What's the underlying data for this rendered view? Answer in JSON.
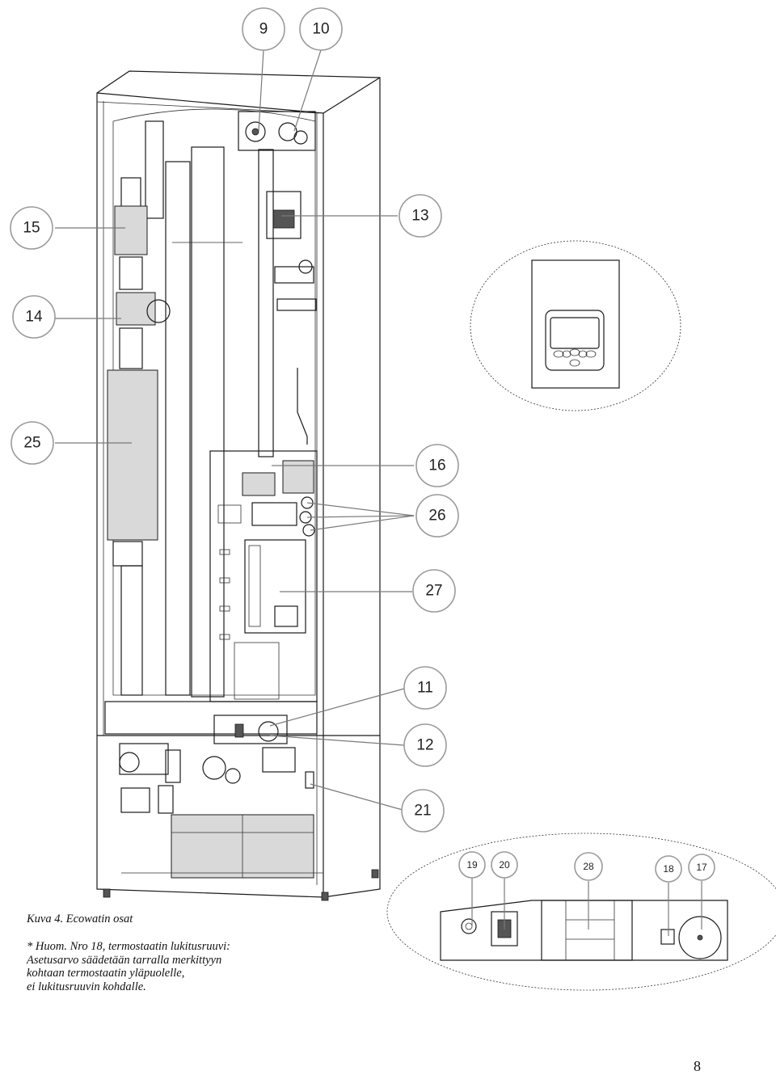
{
  "callouts": {
    "c9": "9",
    "c10": "10",
    "c13": "13",
    "c15": "15",
    "c14": "14",
    "c25": "25",
    "c16": "16",
    "c26": "26",
    "c27": "27",
    "c11": "11",
    "c12": "12",
    "c21": "21",
    "c19": "19",
    "c20": "20",
    "c28": "28",
    "c18": "18",
    "c17": "17"
  },
  "caption": "Kuva 4. Ecowatin osat",
  "note": {
    "line1": "* Huom. Nro 18, termostaatin lukitusruuvi:",
    "line2": "Asetusarvo säädetään tarralla merkittyyn",
    "line3": "kohtaan termostaatin yläpuolelle,",
    "line4": "ei lukitusruuvin kohdalle."
  },
  "page_number": "8"
}
